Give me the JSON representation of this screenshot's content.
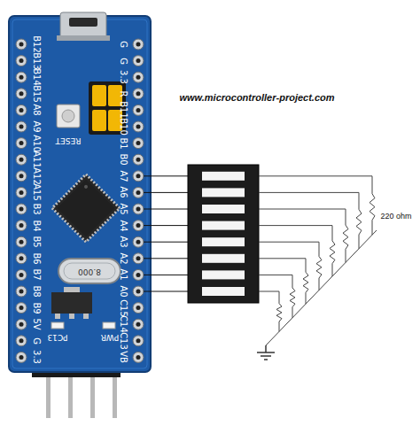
{
  "diagram": {
    "labels": [
      "B12",
      "B13",
      "B14",
      "B15",
      "A8",
      "A9",
      "A10",
      "A11",
      "A12",
      "A15",
      "B3",
      "B4",
      "B5",
      "B6",
      "B7",
      "B8",
      "B9",
      "5V",
      "G",
      "3.3",
      "G",
      "G",
      "3.3",
      "R",
      "B11",
      "B10",
      "B1",
      "B0",
      "A7",
      "A6",
      "A5",
      "A4",
      "A3",
      "A2",
      "A1",
      "A0",
      "C15",
      "C14",
      "C13",
      "VB",
      "RESET",
      "8.000",
      "PC13",
      "PWR",
      "www.microcontroller-project.com",
      "220 ohm"
    ]
  }
}
